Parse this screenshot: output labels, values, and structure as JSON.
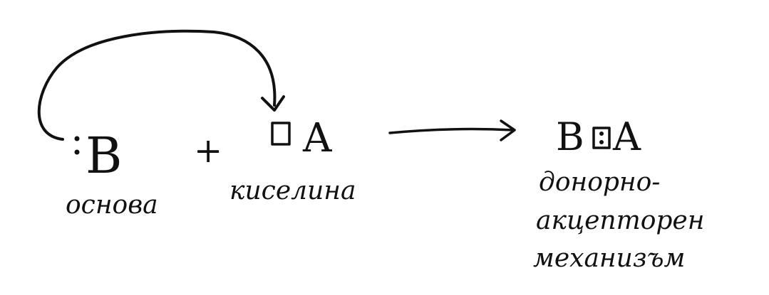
{
  "reactants": {
    "base": {
      "symbol": ":B",
      "label": "основа"
    },
    "plus": "+",
    "acid": {
      "symbol": "A",
      "label": "киселина"
    }
  },
  "product": {
    "symbol_left": "B",
    "symbol_right": "A",
    "label_lines": [
      "донорно-",
      "акцепторен",
      "механизъм"
    ]
  },
  "colors": {
    "ink": "#111111",
    "background": "#ffffff"
  }
}
